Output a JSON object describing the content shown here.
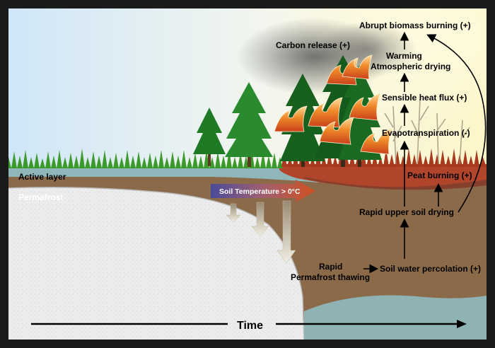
{
  "labels": {
    "active_layer": "Active layer",
    "permafrost": "Permafrost",
    "soil_temperature": "Soil Temperature > 0°C",
    "carbon_release": "Carbon release (+)",
    "abrupt_burning": "Abrupt biomass burning (+)",
    "warming": "Warming",
    "atmospheric_drying": "Atmospheric drying",
    "sensible_heat": "Sensible heat flux (+)",
    "evapotranspiration": "Evapotranspiration (-)",
    "peat_burning": "Peat burning (+)",
    "upper_soil_drying": "Rapid upper soil drying",
    "rapid": "Rapid",
    "permafrost_thawing": "Permafrost thawing",
    "soil_water_percolation": "Soil water percolation (+)",
    "time": "Time"
  },
  "colors": {
    "sky_left": "#cfe6f8",
    "sky_right": "#fdf8d0",
    "soil": "#8b6a4a",
    "peat": "#b0452c",
    "permafrost": "#ececec",
    "water": "#8fbfc4",
    "grass": "#3c9a2a",
    "tree": "#1f7a26",
    "flame": "#e8742a",
    "smoke": "#6b6b6b"
  }
}
